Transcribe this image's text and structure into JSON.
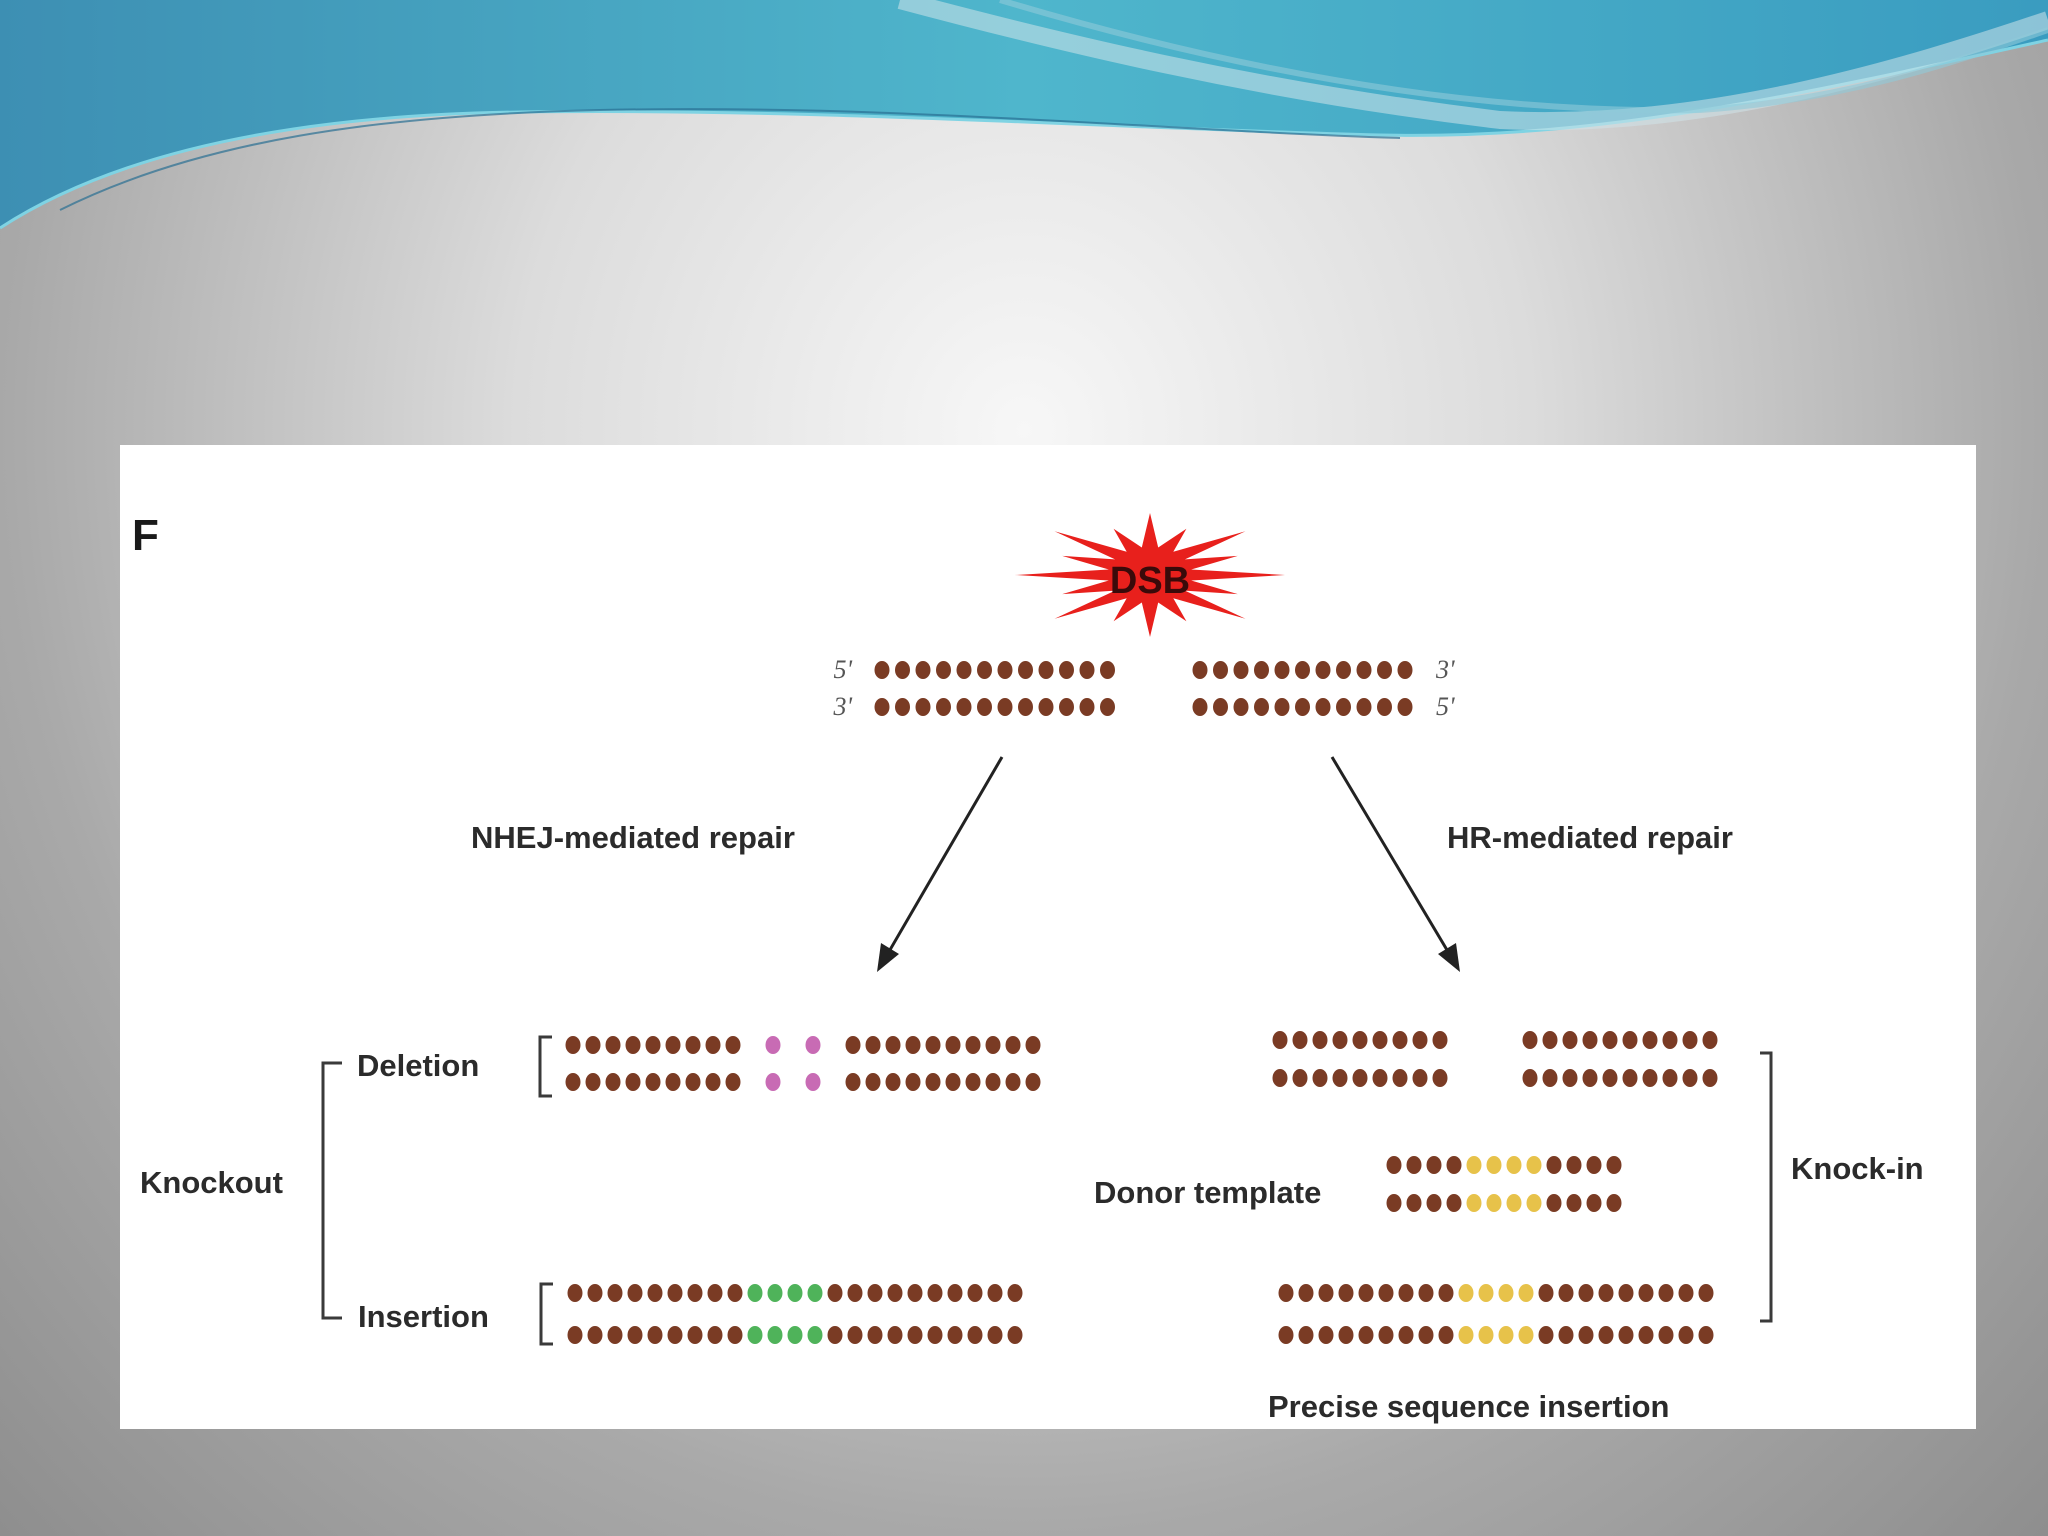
{
  "slide": {
    "accent_colors": [
      "#4aa6c8",
      "#5fc3d6",
      "#2f7fa8",
      "#c9d3d8"
    ]
  },
  "figure": {
    "panel_label": "F",
    "dsb_label": "DSB",
    "ends": {
      "left_top": "5'",
      "left_bottom": "3'",
      "right_top": "3'",
      "right_bottom": "5'"
    },
    "nhej_label": "NHEJ-mediated repair",
    "hr_label": "HR-mediated repair",
    "deletion_label": "Deletion",
    "insertion_label": "Insertion",
    "knockout_label": "Knockout",
    "knockin_label": "Knock-in",
    "donor_label": "Donor template",
    "precise_label": "Precise sequence insertion",
    "colors": {
      "base": "#7a3b24",
      "deleted": "#c86bb4",
      "inserted": "#4fb35a",
      "donor": "#e7c24a",
      "dsb_fill": "#e8201c",
      "arrow": "#222222"
    }
  }
}
